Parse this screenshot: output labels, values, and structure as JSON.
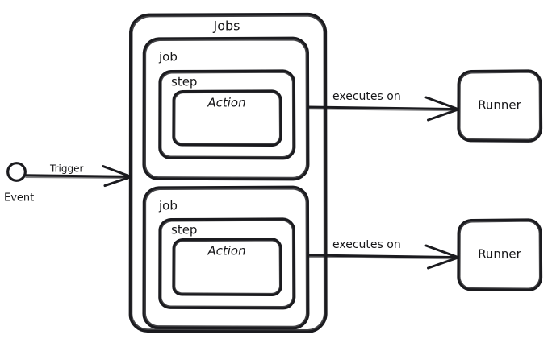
{
  "diagram": {
    "title": "Jobs",
    "background_color": "#ffffff",
    "stroke_color": "#1b1b1f",
    "style": "hand-drawn",
    "nodes": {
      "event": {
        "label": "Event",
        "shape": "circle"
      },
      "jobs_container": {
        "label": "Jobs",
        "shape": "rounded-rect"
      },
      "job_one": {
        "label": "job",
        "step_label": "step",
        "action_label": "Action"
      },
      "job_two": {
        "label": "job",
        "step_label": "step",
        "action_label": "Action"
      },
      "runner_one": {
        "label": "Runner",
        "shape": "rounded-rect"
      },
      "runner_two": {
        "label": "Runner",
        "shape": "rounded-rect"
      }
    },
    "edges": {
      "trigger": {
        "label": "Trigger",
        "from": "Event",
        "to": "Jobs"
      },
      "executes_on_one": {
        "label": "executes on",
        "from": "job",
        "to": "Runner"
      },
      "executes_on_two": {
        "label": "executes on",
        "from": "job",
        "to": "Runner"
      }
    }
  }
}
